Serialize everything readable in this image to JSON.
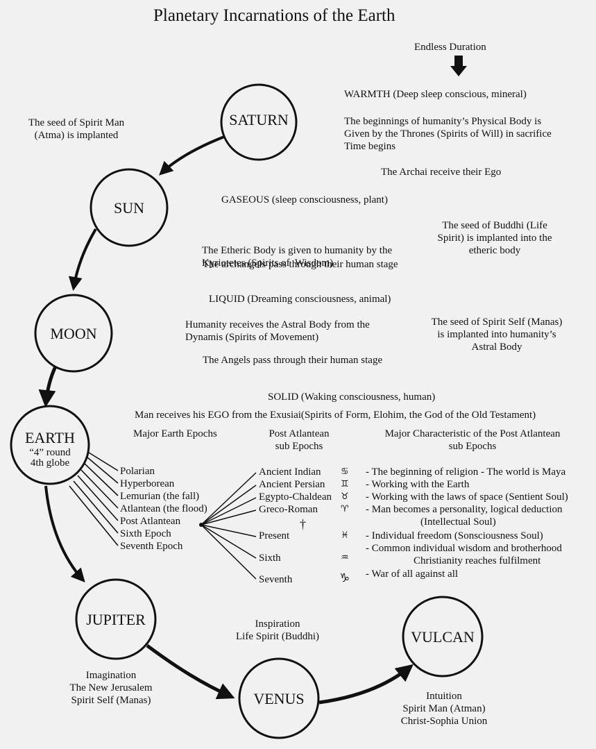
{
  "title": "Planetary Incarnations of the Earth",
  "endless_duration": "Endless Duration",
  "planets": {
    "saturn": "SATURN",
    "sun": "SUN",
    "moon": "MOON",
    "earth": "EARTH",
    "earth_sub1": "“4” round",
    "earth_sub2": "4th globe",
    "jupiter": "JUPITER",
    "venus": "VENUS",
    "vulcan": "VULCAN"
  },
  "saturn": {
    "left1": "The seed of Spirit Man",
    "left2": "(Atma) is implanted",
    "warmth": "WARMTH (Deep sleep conscious, mineral)",
    "b1": "The beginnings of humanity’s Physical Body is",
    "b2": "Given by the Thrones (Spirits of Will) in sacrifice",
    "b3": "Time begins",
    "archai": "The Archai receive their Ego"
  },
  "sun": {
    "gaseous": "GASEOUS (sleep consciousness, plant)",
    "e1": "The Etheric Body is given to humanity by the",
    "e2": "Kyriotetes (Spirits of  Wisdom)",
    "archangels": "The archangels pass through their human stage",
    "s1": "The seed of Buddhi (Life",
    "s2": "Spirit) is implanted into the",
    "s3": "etheric body"
  },
  "moon": {
    "liquid": "LIQUID (Dreaming consciousness, animal)",
    "a1": "Humanity receives the Astral Body from the",
    "a2": "Dynamis (Spirits of Movement)",
    "angels": "The Angels pass through their human stage",
    "s1": "The seed of Spirit Self (Manas)",
    "s2": "is implanted into humanity’s",
    "s3": "Astral Body"
  },
  "earth": {
    "solid": "SOLID (Waking consciousness, human)",
    "ego": "Man receives his EGO from the Exusiai(Spirits of Form, Elohim, the God of the Old Testament)",
    "h_major": "Major Earth Epochs",
    "h_post1": "Post Atlantean",
    "h_post2": "sub Epochs",
    "h_char1": "Major Characteristic of the Post Atlantean",
    "h_char2": "sub Epochs",
    "epochs": [
      "Polarian",
      "Hyperborean",
      "Lemurian (the fall)",
      "Atlantean (the flood)",
      "Post Atlantean",
      "Sixth Epoch",
      "Seventh Epoch"
    ],
    "sub_epochs": [
      "Ancient Indian",
      "Ancient Persian",
      "Egypto-Chaldean",
      "Greco-Roman",
      "Present",
      "Sixth",
      "Seventh"
    ],
    "signs": [
      "♋",
      "♊",
      "♉",
      "♈",
      "♓",
      "♒",
      "♑"
    ],
    "cross": "†",
    "chars": [
      "- The beginning of religion - The world is Maya",
      "- Working with the Earth",
      "- Working with the laws of space (Sentient Soul)",
      "- Man becomes a personality, logical deduction",
      "(Intellectual Soul)",
      "- Individual freedom (Sonsciousness Soul)",
      "- Common individual wisdom and brotherhood",
      "Christianity reaches fulfilment",
      "- War of all against all"
    ]
  },
  "jupiter": {
    "l1": "Imagination",
    "l2": "The New Jerusalem",
    "l3": "Spirit Self (Manas)"
  },
  "venus": {
    "l1": "Inspiration",
    "l2": "Life Spirit (Buddhi)"
  },
  "vulcan": {
    "l1": "Intuition",
    "l2": "Spirit Man (Atman)",
    "l3": "Christ-Sophia Union"
  }
}
